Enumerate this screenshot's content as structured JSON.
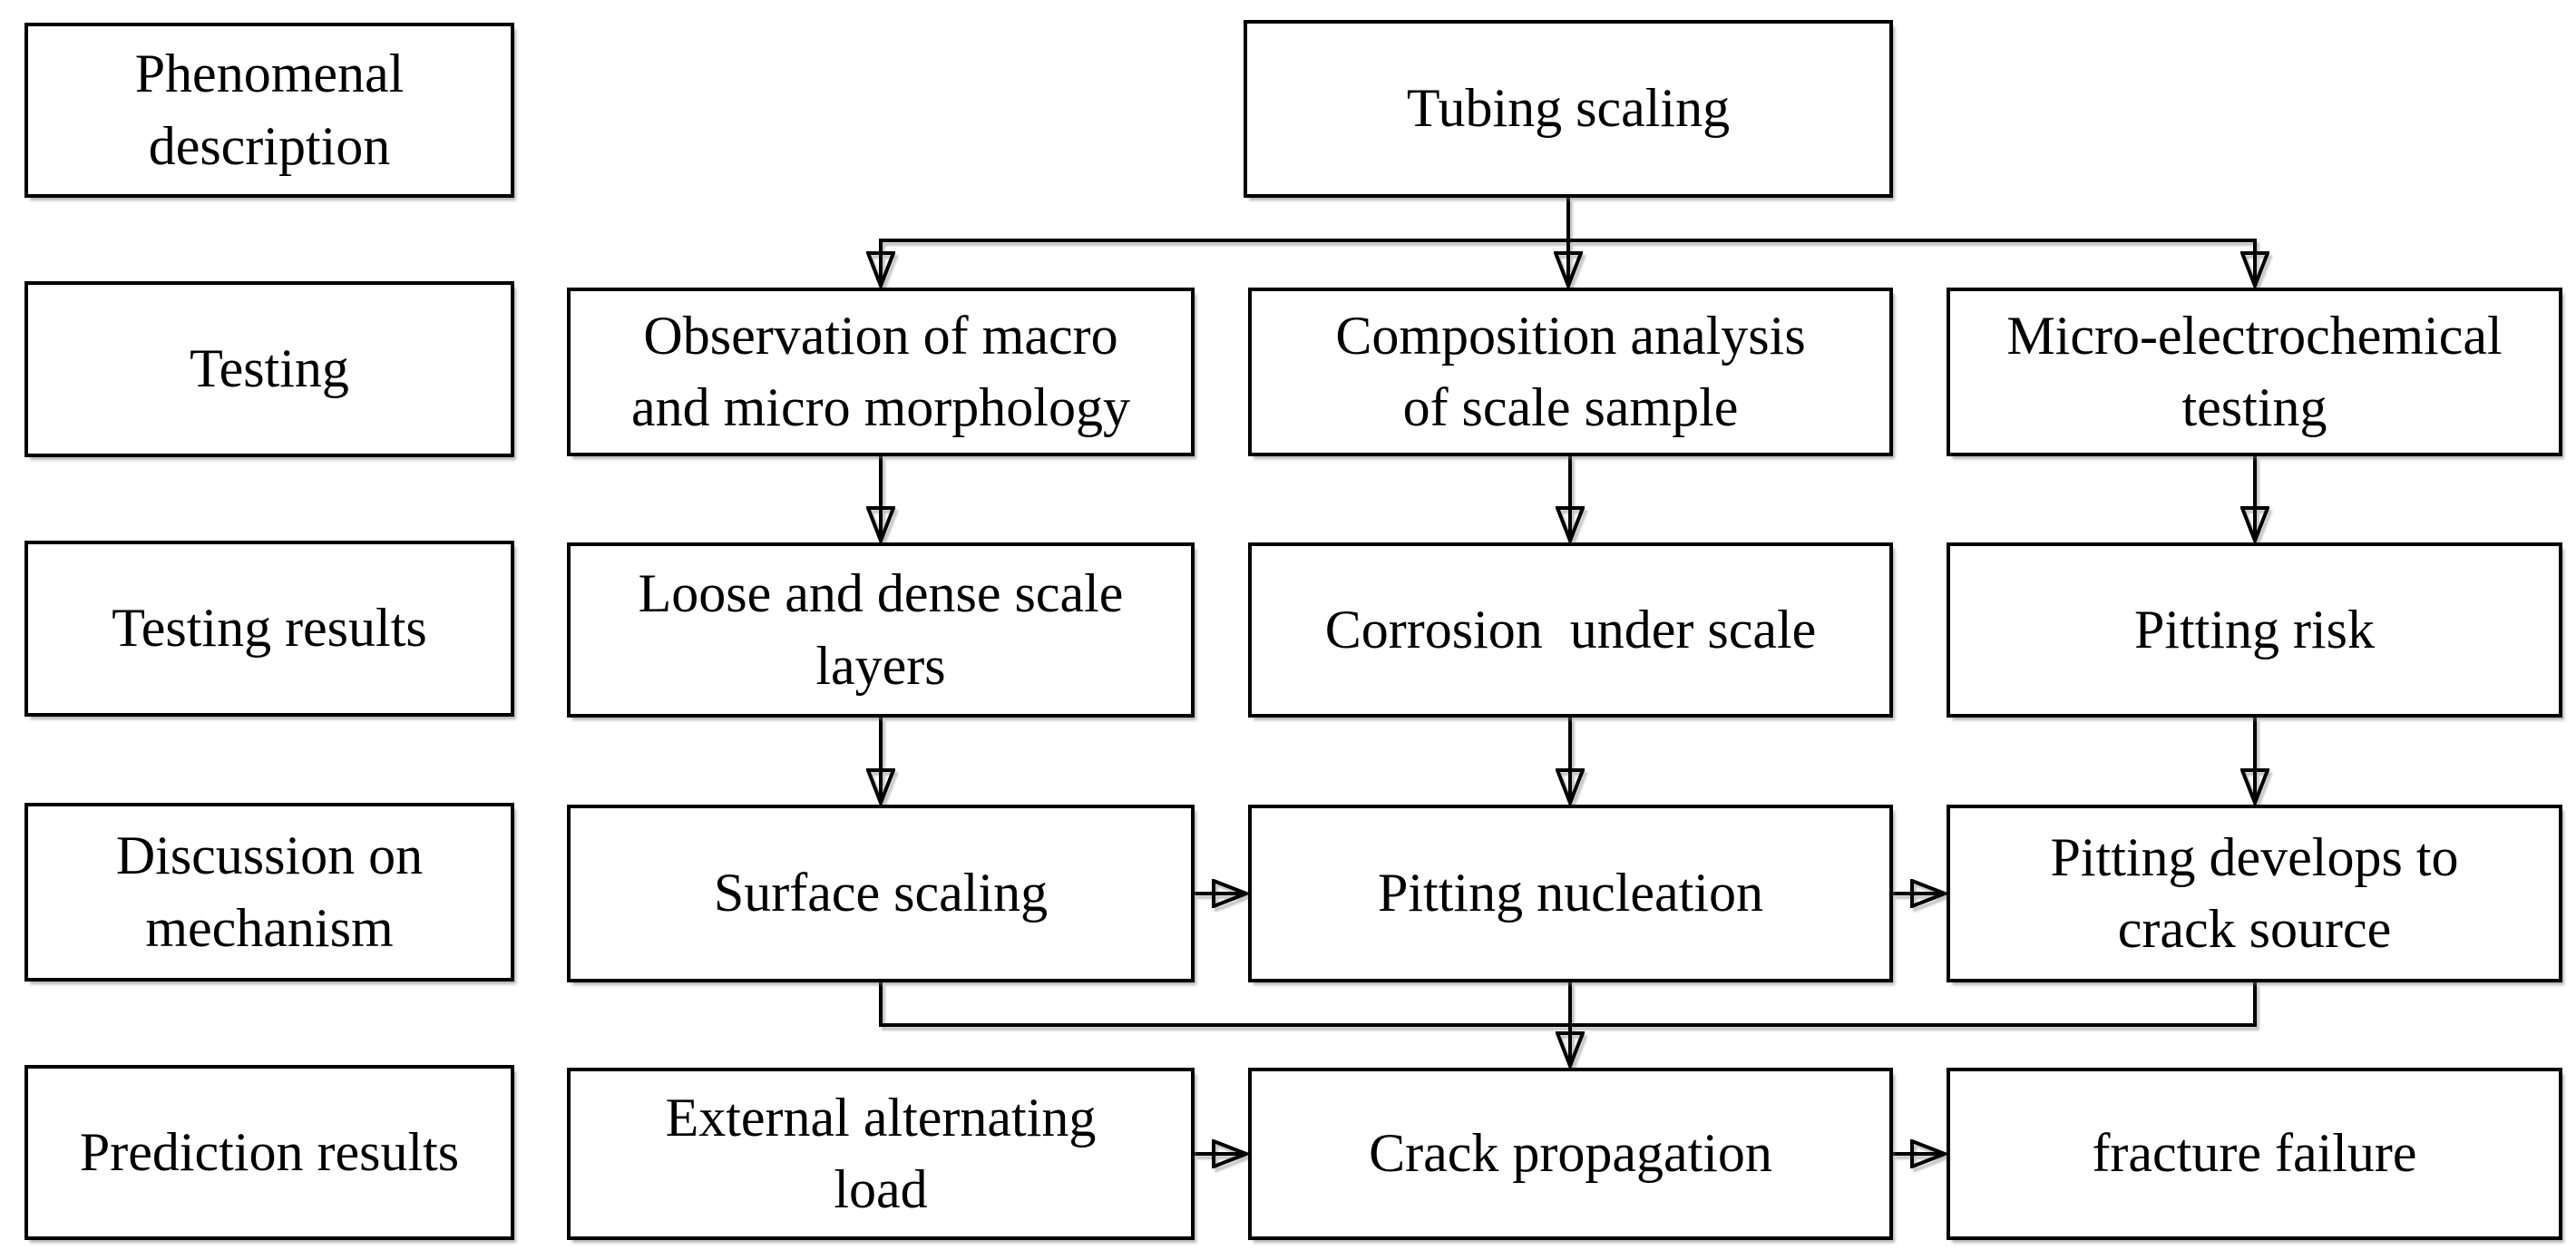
{
  "colors": {
    "background": "#ffffff",
    "box_fill": "#ffffff",
    "box_border": "#000000",
    "text": "#000000",
    "connector": "#000000"
  },
  "flowchart": {
    "stage_column": [
      "Phenomenal\ndescription",
      "Testing",
      "Testing results",
      "Discussion on\nmechanism",
      "Prediction results"
    ],
    "top_node": "Tubing scaling",
    "testing_row": [
      "Observation of macro\nand micro morphology",
      "Composition analysis\nof scale sample",
      "Micro-electrochemical\ntesting"
    ],
    "testing_results_row": [
      "Loose and dense scale\nlayers",
      "Corrosion  under scale",
      "Pitting risk"
    ],
    "mechanism_row": [
      "Surface scaling",
      "Pitting nucleation",
      "Pitting develops to\ncrack source"
    ],
    "prediction_row": [
      "External alternating\nload",
      "Crack propagation",
      "fracture failure"
    ]
  }
}
